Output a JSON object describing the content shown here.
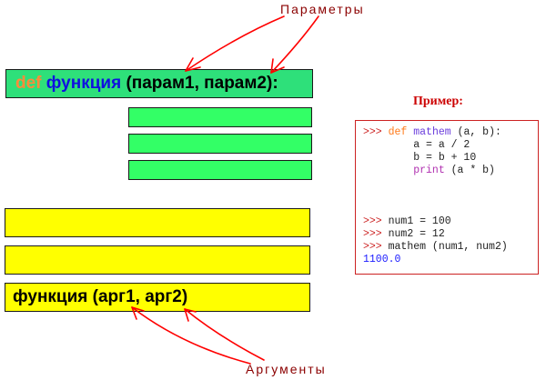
{
  "labels": {
    "parameters": "Параметры",
    "arguments": "Аргументы",
    "example": "Пример:"
  },
  "definition": {
    "keyword": "def",
    "func_name": "функция",
    "params": "(парам1, парам2):"
  },
  "call": {
    "text": "функция (арг1, арг2)"
  },
  "code": {
    "prompt": ">>>",
    "line1": {
      "kw": "def",
      "name": "mathem",
      "rest": " (a, b):"
    },
    "line2": "        a = a / 2",
    "line3": "        b = b + 10",
    "line4_indent": "        ",
    "line4_kw": "print",
    "line4_rest": " (a * b)",
    "line5": " num1 = 100",
    "line6": " num2 = 12",
    "line7": " mathem (num1, num2)",
    "output": "1100.0"
  },
  "colors": {
    "arrow": "#ff0000",
    "def_keyword": "#ff8c3a",
    "func_name": "#1010e0",
    "green_block": "#33ff66",
    "yellow_block": "#ffff00"
  }
}
